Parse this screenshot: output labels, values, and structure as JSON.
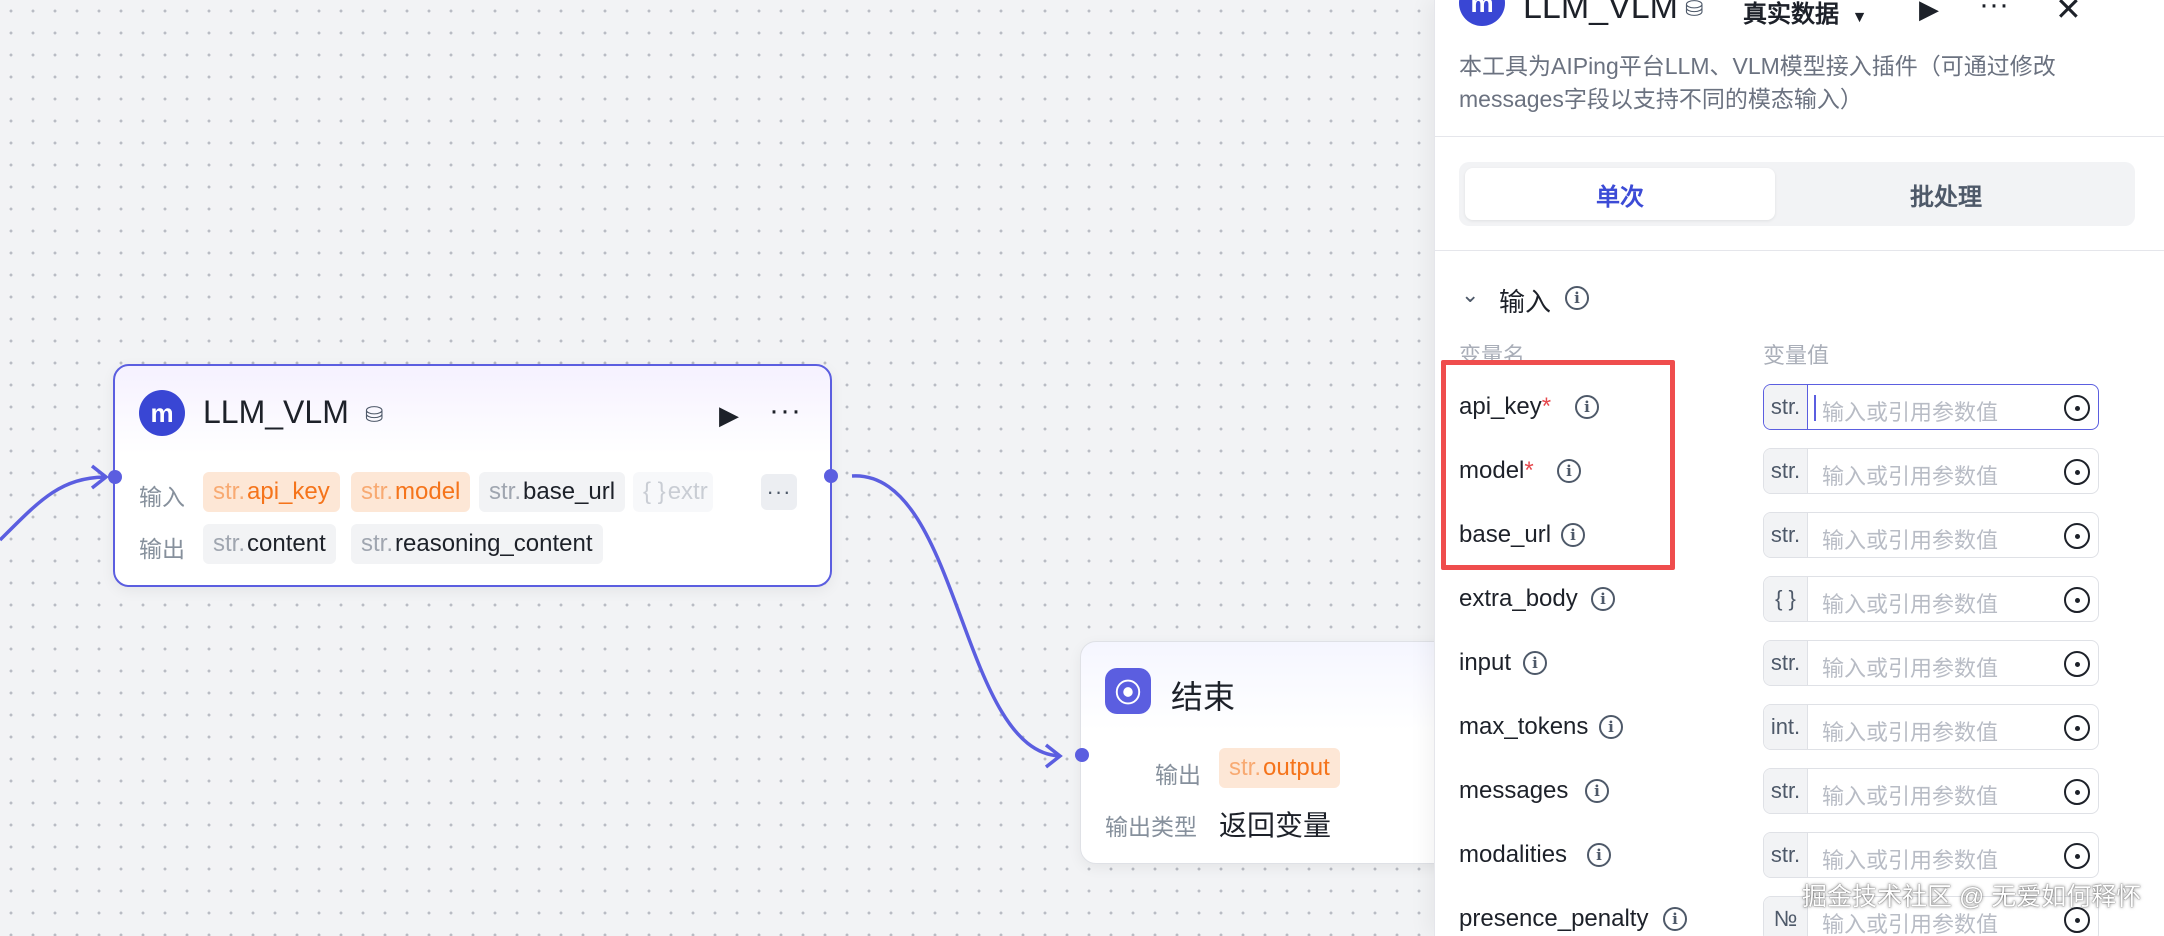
{
  "canvas": {
    "llm_node": {
      "title": "LLM_VLM",
      "input_label": "输入",
      "output_label": "输出",
      "inputs": [
        {
          "type": "str.",
          "name": "api_key",
          "style": "orange"
        },
        {
          "type": "str.",
          "name": "model",
          "style": "orange"
        },
        {
          "type": "str.",
          "name": "base_url",
          "style": "gray"
        },
        {
          "type": "{ }",
          "name": "extr",
          "style": "faded"
        }
      ],
      "more_label": "···",
      "outputs": [
        {
          "type": "str.",
          "name": "content"
        },
        {
          "type": "str.",
          "name": "reasoning_content"
        }
      ]
    },
    "end_node": {
      "title": "结束",
      "output_label": "输出",
      "output_tag": {
        "type": "str.",
        "name": "output"
      },
      "output_type_label": "输出类型",
      "output_type_value": "返回变量"
    }
  },
  "panel": {
    "title": "LLM_VLM",
    "data_mode": "真实数据",
    "description": "本工具为AIPing平台LLM、VLM模型接入插件（可通过修改messages字段以支持不同的模态输入）",
    "tabs": [
      {
        "label": "单次",
        "active": true
      },
      {
        "label": "批处理",
        "active": false
      }
    ],
    "section_title": "输入",
    "col_name": "变量名",
    "col_value": "变量值",
    "placeholder": "输入或引用参数值",
    "rows": [
      {
        "name": "api_key",
        "required": true,
        "type": "str."
      },
      {
        "name": "model",
        "required": true,
        "type": "str."
      },
      {
        "name": "base_url",
        "required": false,
        "type": "str."
      },
      {
        "name": "extra_body",
        "required": false,
        "type": "{ }"
      },
      {
        "name": "input",
        "required": false,
        "type": "str."
      },
      {
        "name": "max_tokens",
        "required": false,
        "type": "int."
      },
      {
        "name": "messages",
        "required": false,
        "type": "str."
      },
      {
        "name": "modalities",
        "required": false,
        "type": "str."
      },
      {
        "name": "presence_penalty",
        "required": false,
        "type": "№"
      }
    ]
  },
  "watermark": "掘金技术社区 @ 无爱如何释怀",
  "colors": {
    "accent": "#5b5ee0",
    "orange": "#f5741b",
    "highlight": "#ef4d4d"
  }
}
